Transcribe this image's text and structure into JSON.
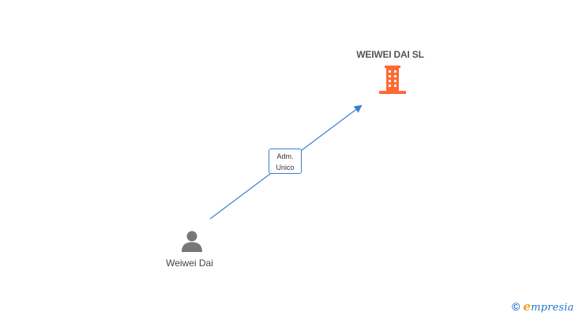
{
  "company": {
    "name": "WEIWEI DAI SL",
    "icon": "building-icon",
    "icon_color": "#ff6a33"
  },
  "relation": {
    "role_line1": "Adm.",
    "role_line2": "Unico",
    "edge_color": "#3b7fd0"
  },
  "person": {
    "name": "Weiwei Dai",
    "icon": "person-icon",
    "icon_color": "#777777"
  },
  "footer": {
    "copyright_symbol": "©",
    "brand_initial": "e",
    "brand_rest": "mpresia"
  }
}
